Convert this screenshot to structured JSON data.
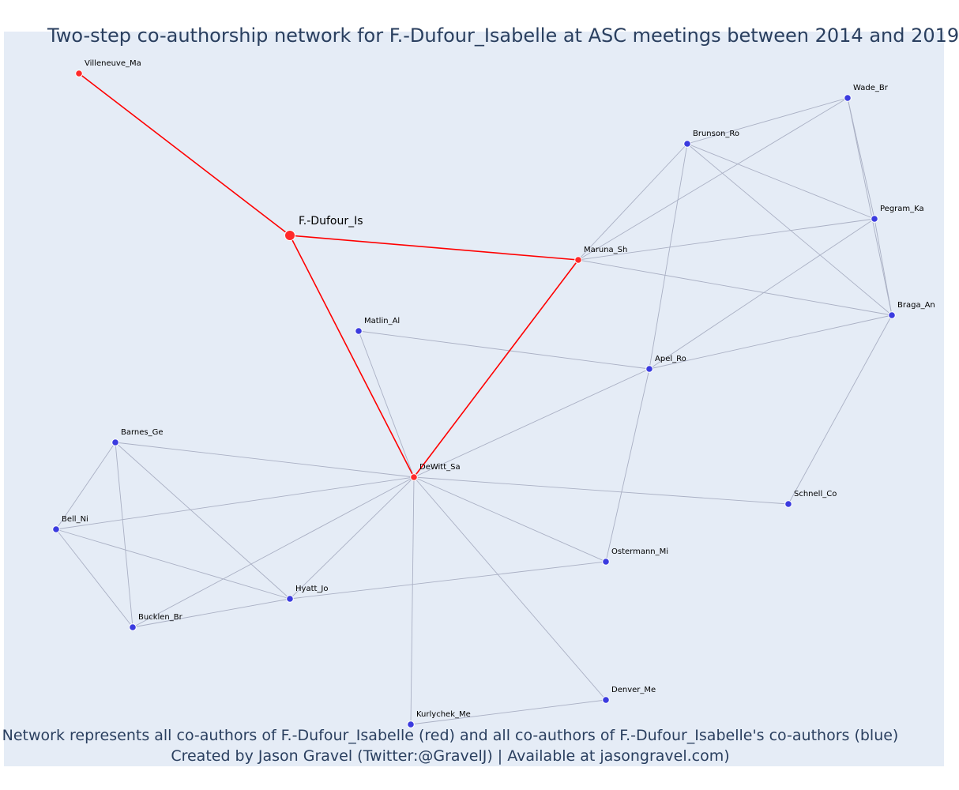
{
  "title": "Two-step co-authorship network for F.-Dufour_Isabelle at ASC meetings between 2014 and 2019",
  "footer": {
    "line1": "Network represents all co-authors of F.-Dufour_Isabelle (red) and all co-authors of F.-Dufour_Isabelle's co-authors (blue)",
    "line2": "Created by Jason Gravel (Twitter:@GravelJ) | Available at jasongravel.com)"
  },
  "colors": {
    "background": "#e5ecf6",
    "red_node": "#ff2a2a",
    "blue_node": "#3b3bdf",
    "red_edge": "#ff0000",
    "gray_edge": "#aab0c4",
    "text": "#2a3f5f"
  },
  "nodes": [
    {
      "id": "F.-Dufour_Is",
      "label": "F.-Dufour_Is",
      "group": "focal"
    },
    {
      "id": "Villeneuve_Ma",
      "label": "Villeneuve_Ma",
      "group": "red"
    },
    {
      "id": "Maruna_Sh",
      "label": "Maruna_Sh",
      "group": "red"
    },
    {
      "id": "DeWitt_Sa",
      "label": "DeWitt_Sa",
      "group": "red"
    },
    {
      "id": "Wade_Br",
      "label": "Wade_Br",
      "group": "blue"
    },
    {
      "id": "Brunson_Ro",
      "label": "Brunson_Ro",
      "group": "blue"
    },
    {
      "id": "Pegram_Ka",
      "label": "Pegram_Ka",
      "group": "blue"
    },
    {
      "id": "Braga_An",
      "label": "Braga_An",
      "group": "blue"
    },
    {
      "id": "Matlin_Al",
      "label": "Matlin_Al",
      "group": "blue"
    },
    {
      "id": "Apel_Ro",
      "label": "Apel_Ro",
      "group": "blue"
    },
    {
      "id": "Barnes_Ge",
      "label": "Barnes_Ge",
      "group": "blue"
    },
    {
      "id": "Schnell_Co",
      "label": "Schnell_Co",
      "group": "blue"
    },
    {
      "id": "Bell_Ni",
      "label": "Bell_Ni",
      "group": "blue"
    },
    {
      "id": "Ostermann_Mi",
      "label": "Ostermann_Mi",
      "group": "blue"
    },
    {
      "id": "Hyatt_Jo",
      "label": "Hyatt_Jo",
      "group": "blue"
    },
    {
      "id": "Bucklen_Br",
      "label": "Bucklen_Br",
      "group": "blue"
    },
    {
      "id": "Denver_Me",
      "label": "Denver_Me",
      "group": "blue"
    },
    {
      "id": "Kurlychek_Me",
      "label": "Kurlychek_Me",
      "group": "blue"
    }
  ],
  "edges": [
    {
      "source": "F.-Dufour_Is",
      "target": "Villeneuve_Ma",
      "type": "red"
    },
    {
      "source": "F.-Dufour_Is",
      "target": "Maruna_Sh",
      "type": "red"
    },
    {
      "source": "F.-Dufour_Is",
      "target": "DeWitt_Sa",
      "type": "red"
    },
    {
      "source": "Maruna_Sh",
      "target": "DeWitt_Sa",
      "type": "red"
    },
    {
      "source": "Wade_Br",
      "target": "Brunson_Ro",
      "type": "gray"
    },
    {
      "source": "Wade_Br",
      "target": "Maruna_Sh",
      "type": "gray"
    },
    {
      "source": "Wade_Br",
      "target": "Pegram_Ka",
      "type": "gray"
    },
    {
      "source": "Wade_Br",
      "target": "Braga_An",
      "type": "gray"
    },
    {
      "source": "Brunson_Ro",
      "target": "Maruna_Sh",
      "type": "gray"
    },
    {
      "source": "Brunson_Ro",
      "target": "Pegram_Ka",
      "type": "gray"
    },
    {
      "source": "Brunson_Ro",
      "target": "Braga_An",
      "type": "gray"
    },
    {
      "source": "Brunson_Ro",
      "target": "Apel_Ro",
      "type": "gray"
    },
    {
      "source": "Pegram_Ka",
      "target": "Maruna_Sh",
      "type": "gray"
    },
    {
      "source": "Pegram_Ka",
      "target": "Braga_An",
      "type": "gray"
    },
    {
      "source": "Pegram_Ka",
      "target": "Apel_Ro",
      "type": "gray"
    },
    {
      "source": "Maruna_Sh",
      "target": "Braga_An",
      "type": "gray"
    },
    {
      "source": "Braga_An",
      "target": "Apel_Ro",
      "type": "gray"
    },
    {
      "source": "Braga_An",
      "target": "Schnell_Co",
      "type": "gray"
    },
    {
      "source": "Matlin_Al",
      "target": "Apel_Ro",
      "type": "gray"
    },
    {
      "source": "Matlin_Al",
      "target": "DeWitt_Sa",
      "type": "gray"
    },
    {
      "source": "Apel_Ro",
      "target": "DeWitt_Sa",
      "type": "gray"
    },
    {
      "source": "Apel_Ro",
      "target": "Ostermann_Mi",
      "type": "gray"
    },
    {
      "source": "DeWitt_Sa",
      "target": "Barnes_Ge",
      "type": "gray"
    },
    {
      "source": "DeWitt_Sa",
      "target": "Bell_Ni",
      "type": "gray"
    },
    {
      "source": "DeWitt_Sa",
      "target": "Schnell_Co",
      "type": "gray"
    },
    {
      "source": "DeWitt_Sa",
      "target": "Ostermann_Mi",
      "type": "gray"
    },
    {
      "source": "DeWitt_Sa",
      "target": "Hyatt_Jo",
      "type": "gray"
    },
    {
      "source": "DeWitt_Sa",
      "target": "Bucklen_Br",
      "type": "gray"
    },
    {
      "source": "DeWitt_Sa",
      "target": "Denver_Me",
      "type": "gray"
    },
    {
      "source": "DeWitt_Sa",
      "target": "Kurlychek_Me",
      "type": "gray"
    },
    {
      "source": "Barnes_Ge",
      "target": "Bell_Ni",
      "type": "gray"
    },
    {
      "source": "Barnes_Ge",
      "target": "Hyatt_Jo",
      "type": "gray"
    },
    {
      "source": "Barnes_Ge",
      "target": "Bucklen_Br",
      "type": "gray"
    },
    {
      "source": "Bell_Ni",
      "target": "Hyatt_Jo",
      "type": "gray"
    },
    {
      "source": "Bell_Ni",
      "target": "Bucklen_Br",
      "type": "gray"
    },
    {
      "source": "Hyatt_Jo",
      "target": "Bucklen_Br",
      "type": "gray"
    },
    {
      "source": "Hyatt_Jo",
      "target": "Ostermann_Mi",
      "type": "gray"
    },
    {
      "source": "Denver_Me",
      "target": "Kurlychek_Me",
      "type": "gray"
    }
  ]
}
